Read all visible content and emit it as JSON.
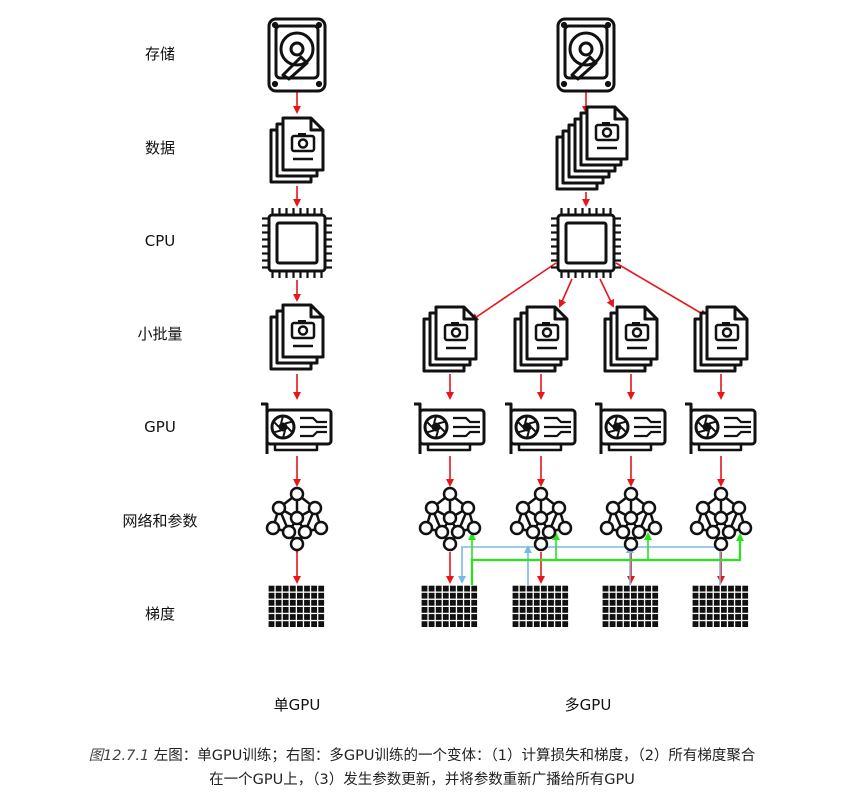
{
  "rows": [
    "存储",
    "数据",
    "CPU",
    "小批量",
    "GPU",
    "网络和参数",
    "梯度"
  ],
  "columns": {
    "left": "单GPU",
    "right": "多GPU"
  },
  "caption": {
    "figure": "图12.7.1",
    "line1": "左图：单GPU训练；右图：多GPU训练的一个变体：（1）计算损失和梯度，（2）所有梯度聚合",
    "line2": "在一个GPU上，（3）发生参数更新，并将参数重新广播给所有GPU"
  },
  "colors": {
    "forward": "#e8161b",
    "aggregate": "#7ab8e6",
    "broadcast": "#27e51b",
    "icon": "#111111"
  },
  "icons": [
    "hard-drive-icon",
    "image-file-icon",
    "cpu-chip-icon",
    "gpu-card-icon",
    "neural-network-icon",
    "gradient-grid-icon"
  ]
}
